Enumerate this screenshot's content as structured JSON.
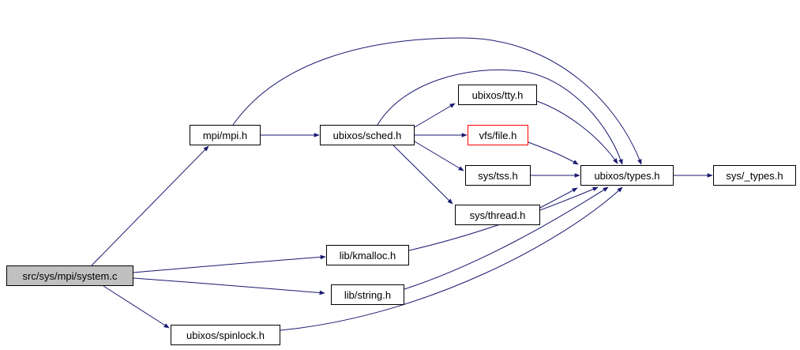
{
  "diagram": {
    "type": "include-dependency-graph",
    "root": "src/sys/mpi/system.c",
    "colors": {
      "edge": "#191970",
      "node_border": "#000000",
      "node_fill": "#ffffff",
      "root_fill": "#c0c0c0",
      "highlight_border": "#ff0000",
      "text": "#000000",
      "background": "#ffffff"
    },
    "nodes": [
      {
        "id": "system_c",
        "label": "src/sys/mpi/system.c",
        "style": "root"
      },
      {
        "id": "mpi_h",
        "label": "mpi/mpi.h",
        "style": "normal"
      },
      {
        "id": "sched_h",
        "label": "ubixos/sched.h",
        "style": "normal"
      },
      {
        "id": "tty_h",
        "label": "ubixos/tty.h",
        "style": "normal"
      },
      {
        "id": "file_h",
        "label": "vfs/file.h",
        "style": "highlight"
      },
      {
        "id": "tss_h",
        "label": "sys/tss.h",
        "style": "normal"
      },
      {
        "id": "thread_h",
        "label": "sys/thread.h",
        "style": "normal"
      },
      {
        "id": "types_h",
        "label": "ubixos/types.h",
        "style": "normal"
      },
      {
        "id": "_types_h",
        "label": "sys/_types.h",
        "style": "normal"
      },
      {
        "id": "kmalloc_h",
        "label": "lib/kmalloc.h",
        "style": "normal"
      },
      {
        "id": "string_h",
        "label": "lib/string.h",
        "style": "normal"
      },
      {
        "id": "spinlock_h",
        "label": "ubixos/spinlock.h",
        "style": "normal"
      }
    ],
    "edges": [
      {
        "from": "src/sys/mpi/system.c",
        "to": "mpi/mpi.h"
      },
      {
        "from": "src/sys/mpi/system.c",
        "to": "lib/kmalloc.h"
      },
      {
        "from": "src/sys/mpi/system.c",
        "to": "lib/string.h"
      },
      {
        "from": "src/sys/mpi/system.c",
        "to": "ubixos/spinlock.h"
      },
      {
        "from": "mpi/mpi.h",
        "to": "ubixos/sched.h"
      },
      {
        "from": "mpi/mpi.h",
        "to": "ubixos/types.h"
      },
      {
        "from": "ubixos/sched.h",
        "to": "ubixos/tty.h"
      },
      {
        "from": "ubixos/sched.h",
        "to": "vfs/file.h"
      },
      {
        "from": "ubixos/sched.h",
        "to": "sys/tss.h"
      },
      {
        "from": "ubixos/sched.h",
        "to": "sys/thread.h"
      },
      {
        "from": "ubixos/sched.h",
        "to": "ubixos/types.h"
      },
      {
        "from": "ubixos/tty.h",
        "to": "ubixos/types.h"
      },
      {
        "from": "vfs/file.h",
        "to": "ubixos/types.h"
      },
      {
        "from": "sys/tss.h",
        "to": "ubixos/types.h"
      },
      {
        "from": "sys/thread.h",
        "to": "ubixos/types.h"
      },
      {
        "from": "lib/kmalloc.h",
        "to": "ubixos/types.h"
      },
      {
        "from": "lib/string.h",
        "to": "ubixos/types.h"
      },
      {
        "from": "ubixos/spinlock.h",
        "to": "ubixos/types.h"
      },
      {
        "from": "ubixos/types.h",
        "to": "sys/_types.h"
      }
    ]
  }
}
